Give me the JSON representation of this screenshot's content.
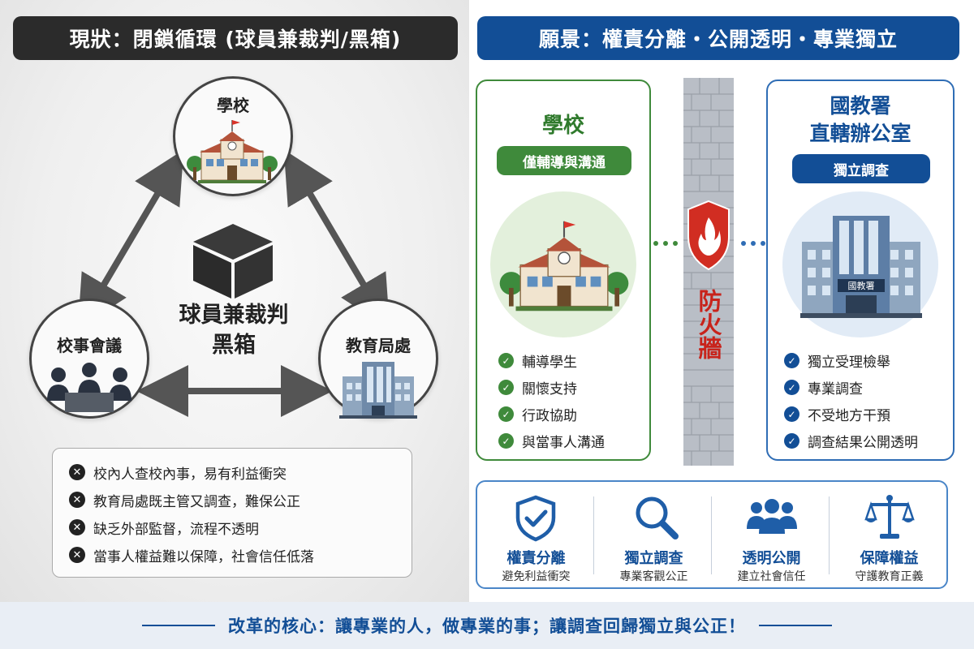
{
  "current_state": {
    "banner": "現狀：閉鎖循環 (球員兼裁判/黑箱)",
    "nodes": {
      "school": "學校",
      "meeting": "校事會議",
      "bureau": "教育局處"
    },
    "center_label_line1": "球員兼裁判",
    "center_label_line2": "黑箱",
    "problems": [
      "校內人查校內事，易有利益衝突",
      "教育局處既主管又調查，難保公正",
      "缺乏外部監督，流程不透明",
      "當事人權益難以保障，社會信任低落"
    ]
  },
  "vision": {
    "banner": "願景：權責分離・公開透明・專業獨立",
    "school_card": {
      "title": "學校",
      "pill": "僅輔導與溝通",
      "items": [
        "輔導學生",
        "關懷支持",
        "行政協助",
        "與當事人溝通"
      ]
    },
    "firewall_label": "防火牆",
    "agency_card": {
      "title_line1": "國教署",
      "title_line2": "直轄辦公室",
      "pill": "獨立調查",
      "building_sign": "國教署",
      "items": [
        "獨立受理檢舉",
        "專業調查",
        "不受地方干預",
        "調查結果公開透明"
      ]
    },
    "principles": [
      {
        "icon": "shield-check-icon",
        "title": "權責分離",
        "subtitle": "避免利益衝突"
      },
      {
        "icon": "magnifier-icon",
        "title": "獨立調查",
        "subtitle": "專業客觀公正"
      },
      {
        "icon": "people-icon",
        "title": "透明公開",
        "subtitle": "建立社會信任"
      },
      {
        "icon": "scales-icon",
        "title": "保障權益",
        "subtitle": "守護教育正義"
      }
    ]
  },
  "footer": "改革的核心：讓專業的人，做專業的事；讓調查回歸獨立與公正！",
  "colors": {
    "dark": "#2b2b2b",
    "navy": "#124e96",
    "green": "#3f8a3b",
    "blue": "#2f6db5",
    "red": "#c8231b"
  }
}
